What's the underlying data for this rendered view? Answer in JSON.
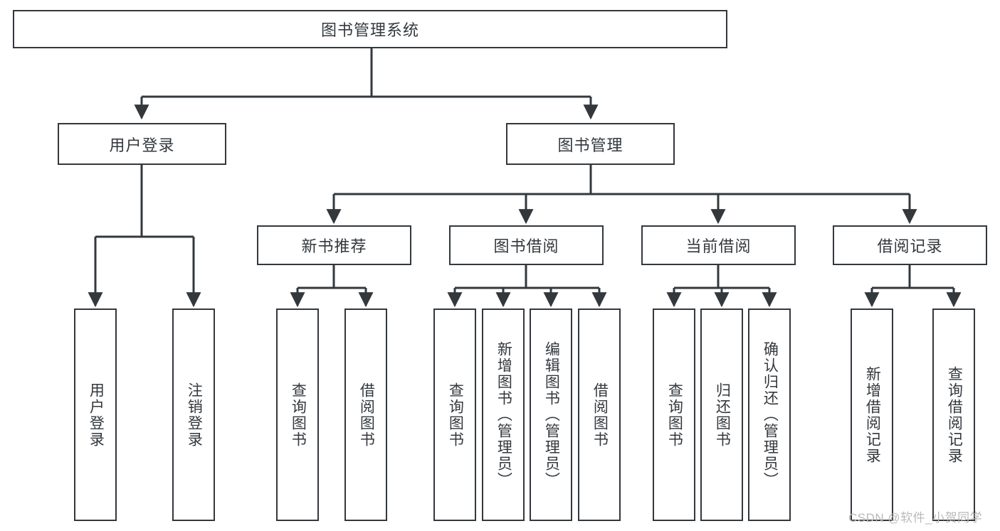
{
  "diagram": {
    "type": "tree",
    "title": "图书管理系统",
    "watermark": "CSDN @软件_小贺同学",
    "colors": {
      "stroke": "#33383d",
      "fill": "#ffffff",
      "text": "#33383d",
      "watermark": "#b9b9b9"
    },
    "root": {
      "label": "图书管理系统"
    },
    "level2": [
      {
        "label": "用户登录"
      },
      {
        "label": "图书管理"
      }
    ],
    "level3": [
      {
        "label": "新书推荐"
      },
      {
        "label": "图书借阅"
      },
      {
        "label": "当前借阅"
      },
      {
        "label": "借阅记录"
      }
    ],
    "leaves": {
      "user_login": [
        {
          "label": "用户登录"
        },
        {
          "label": "注销登录"
        }
      ],
      "new_book": [
        {
          "label": "查询图书"
        },
        {
          "label": "借阅图书"
        }
      ],
      "book_borrow": [
        {
          "label": "查询图书"
        },
        {
          "label": "新增图书（管理员）"
        },
        {
          "label": "编辑图书（管理员）"
        },
        {
          "label": "借阅图书"
        }
      ],
      "current_borrow": [
        {
          "label": "查询图书"
        },
        {
          "label": "归还图书"
        },
        {
          "label": "确认归还（管理员）"
        }
      ],
      "borrow_record": [
        {
          "label": "新增借阅记录"
        },
        {
          "label": "查询借阅记录"
        }
      ]
    }
  }
}
